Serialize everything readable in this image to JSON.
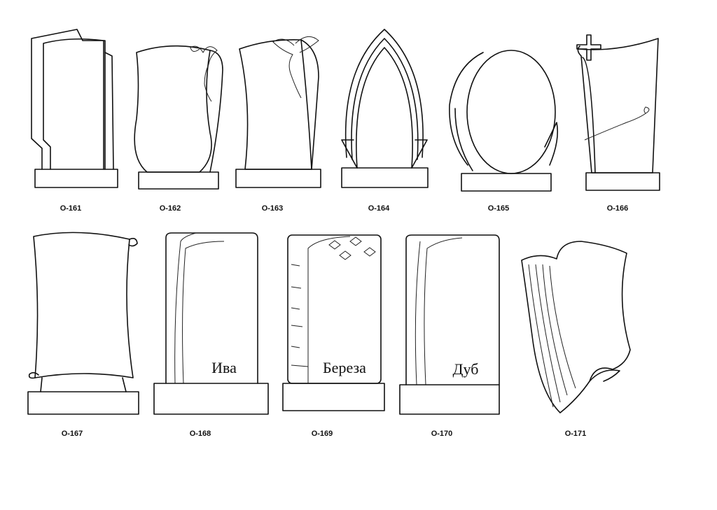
{
  "catalog": {
    "items": [
      {
        "code": "O-161"
      },
      {
        "code": "O-162"
      },
      {
        "code": "O-163"
      },
      {
        "code": "O-164"
      },
      {
        "code": "O-165"
      },
      {
        "code": "O-166"
      },
      {
        "code": "O-167"
      },
      {
        "code": "O-168",
        "engraving": "Ива"
      },
      {
        "code": "O-169",
        "engraving": "Береза"
      },
      {
        "code": "O-170",
        "engraving": "Дуб"
      },
      {
        "code": "O-171"
      }
    ]
  }
}
